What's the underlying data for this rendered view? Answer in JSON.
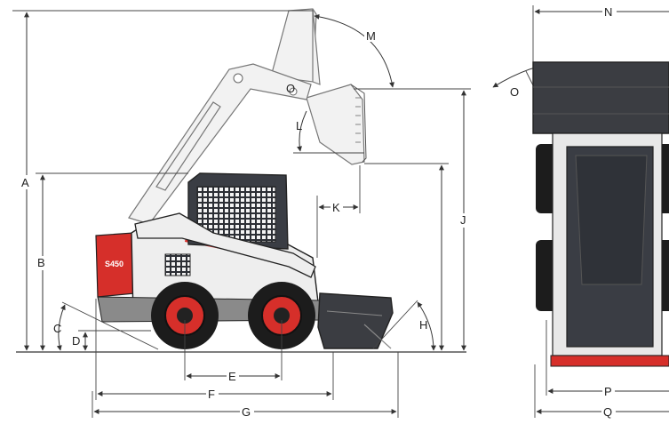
{
  "figure": {
    "side_view_labels": {
      "A": "A",
      "B": "B",
      "C": "C",
      "D": "D",
      "E": "E",
      "F": "F",
      "G": "G",
      "H": "H",
      "J": "J",
      "K": "K",
      "L": "L",
      "M": "M",
      "O": "O"
    },
    "top_view_labels": {
      "N": "N",
      "O": "O",
      "P": "P",
      "Q": "Q"
    },
    "decal_text": "S450",
    "colors": {
      "brand_red": "#d62f2a",
      "body_white": "#eeeeee",
      "cab_dark": "#3a3d44",
      "tire_black": "#1c1c1c",
      "bucket_dark": "#3b3d42"
    }
  }
}
